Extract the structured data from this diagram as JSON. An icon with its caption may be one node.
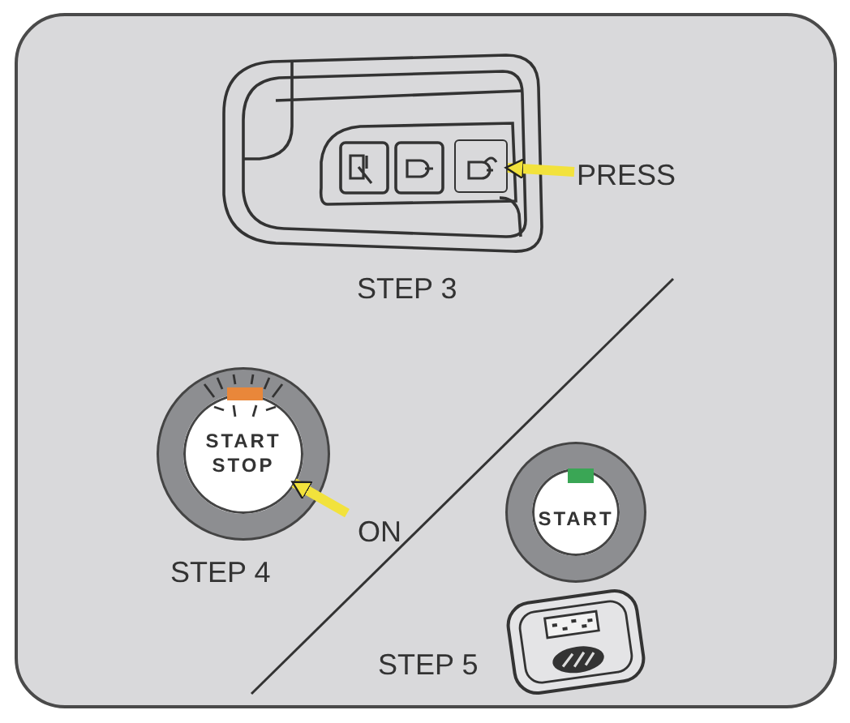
{
  "diagram": {
    "nodes": [
      {
        "text": [
          "PRESS"
        ]
      },
      {
        "text": [],
        "shape": "box"
      },
      {
        "text": [
          "START STOP"
        ]
      },
      {
        "text": [
          "ON"
        ]
      },
      {
        "text": [
          "START"
        ]
      }
    ],
    "edges": [
      {
        "from": 0,
        "to": 1,
        "arrow": "to",
        "color": "#f2e23c"
      },
      {
        "from": 3,
        "to": 2,
        "arrow": "to",
        "color": "#f2e23c"
      }
    ],
    "labels": [
      "STEP 3",
      "STEP 4",
      "STEP 5"
    ]
  }
}
